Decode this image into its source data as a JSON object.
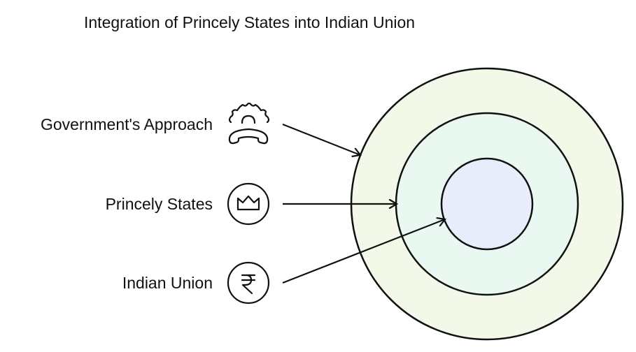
{
  "title": "Integration of Princely States into Indian Union",
  "layers": [
    {
      "label": "Government's Approach",
      "icon": "gear-phone-icon",
      "color": "#f3f9e8"
    },
    {
      "label": "Princely States",
      "icon": "crown-icon",
      "color": "#e9f8f0"
    },
    {
      "label": "Indian Union",
      "icon": "rupee-icon",
      "color": "#e8edfc"
    }
  ]
}
